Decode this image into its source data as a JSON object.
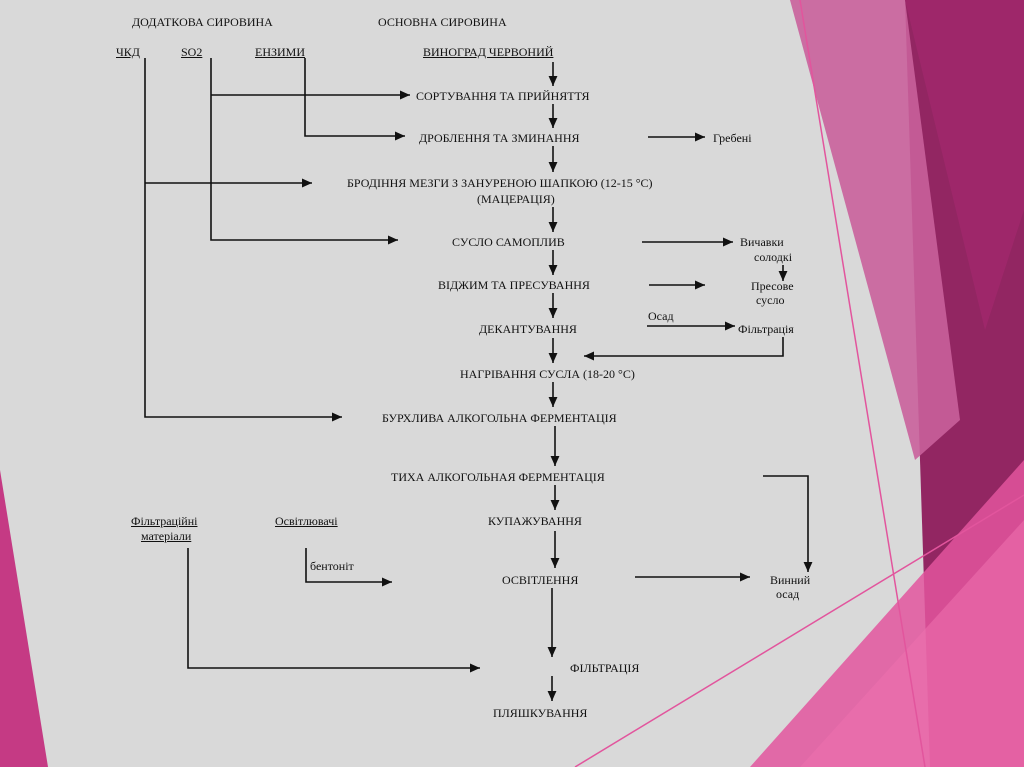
{
  "headers": {
    "additional": "ДОДАТКОВА СИРОВИНА",
    "main": "ОСНОВНА СИРОВИНА"
  },
  "inputs": {
    "chkd": "ЧКД",
    "so2": "SO2",
    "enzymes": "ЕНЗИМИ",
    "grape": "ВИНОГРАД ЧЕРВОНИЙ",
    "filter_materials_line1": "Фільтраційні",
    "filter_materials_line2": "матеріали",
    "clarifiers": "Освітлювачі",
    "bentonite": "бентоніт"
  },
  "steps": {
    "sorting": "СОРТУВАННЯ ТА ПРИЙНЯТТЯ",
    "crushing": "ДРОБЛЕННЯ ТА ЗМИНАННЯ",
    "fermentation_pomace_line1": "БРОДІННЯ МЕЗГИ З ЗАНУРЕНОЮ ШАПКОЮ (12-15 °С)",
    "fermentation_pomace_line2": "(МАЦЕРАЦІЯ)",
    "free_run": "СУСЛО САМОПЛИВ",
    "pressing": "ВІДЖИМ ТА ПРЕСУВАННЯ",
    "decanting": "ДЕКАНТУВАННЯ",
    "heating": "НАГРІВАННЯ СУСЛА (18-20 °С)",
    "vigorous": "БУРХЛИВА АЛКОГОЛЬНА ФЕРМЕНТАЦІЯ",
    "quiet": "ТИХА АЛКОГОЛЬНАЯ ФЕРМЕНТАЦІЯ",
    "blending": "КУПАЖУВАННЯ",
    "clarification": "ОСВІТЛЕННЯ",
    "filtration": "ФІЛЬТРАЦІЯ",
    "bottling": "ПЛЯШКУВАННЯ"
  },
  "byproducts": {
    "stems": "Гребені",
    "pomace_line1": "Вичавки",
    "pomace_line2": "солодкі",
    "press_must_line1": "Пресове",
    "press_must_line2": "сусло",
    "sediment": "Осад",
    "filtration": "Фільтрація",
    "wine_sediment_line1": "Винний",
    "wine_sediment_line2": "осад"
  },
  "colors": {
    "background": "#d9d9d9",
    "line": "#111111",
    "magenta_dark": "#8e1c5c",
    "magenta": "#c2287a",
    "pink": "#e2559d",
    "pink_light": "#e98bbe"
  }
}
